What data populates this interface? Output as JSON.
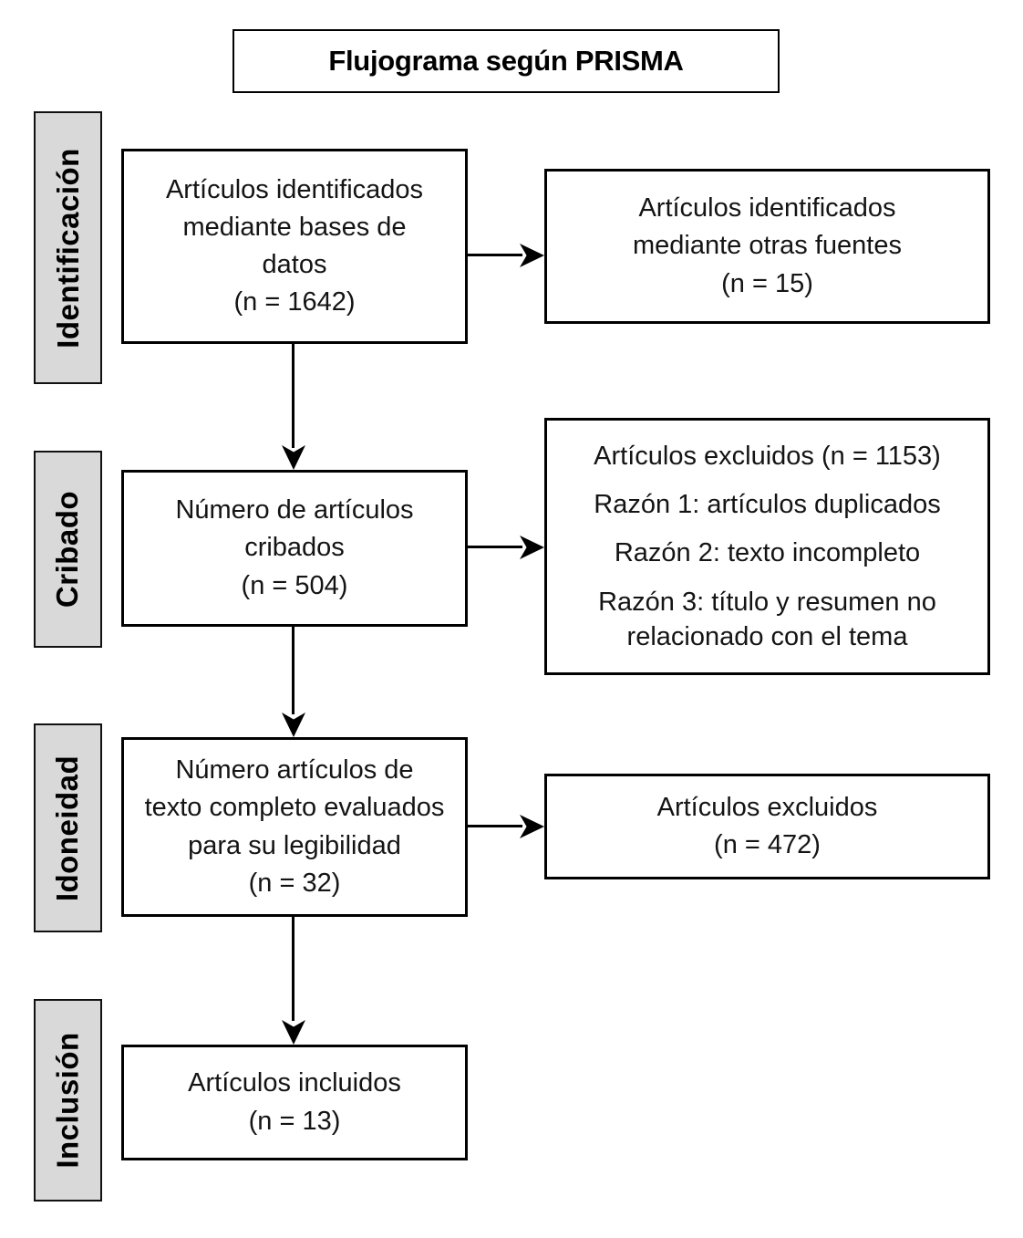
{
  "title": "Flujograma según PRISMA",
  "stages": [
    {
      "label": "Identificación"
    },
    {
      "label": "Cribado"
    },
    {
      "label": "Idoneidad"
    },
    {
      "label": "Inclusión"
    }
  ],
  "flow": {
    "identification": {
      "lines": [
        "Artículos identificados",
        "mediante bases de",
        "datos",
        "(n = 1642)"
      ]
    },
    "screening": {
      "lines": [
        "Número de artículos",
        "cribados",
        "(n = 504)"
      ]
    },
    "eligibility": {
      "lines": [
        "Número artículos de",
        "texto completo evaluados",
        "para su legibilidad",
        "(n = 32)"
      ]
    },
    "inclusion": {
      "lines": [
        "Artículos incluidos",
        "(n = 13)"
      ]
    }
  },
  "side": {
    "other_sources": {
      "lines": [
        "Artículos identificados",
        "mediante otras fuentes",
        "(n = 15)"
      ]
    },
    "excluded_screening": {
      "heading": "Artículos excluidos (n = 1153)",
      "reasons": [
        "Razón 1: artículos duplicados",
        "Razón 2: texto incompleto",
        "Razón 3: título y resumen no relacionado con el tema"
      ]
    },
    "excluded_eligibility": {
      "lines": [
        "Artículos excluidos",
        "(n = 472)"
      ]
    }
  },
  "colors": {
    "background": "#ffffff",
    "box_fill": "#ffffff",
    "stage_label_fill": "#d9d9d9",
    "border": "#000000",
    "text": "#141414",
    "arrow": "#000000"
  }
}
